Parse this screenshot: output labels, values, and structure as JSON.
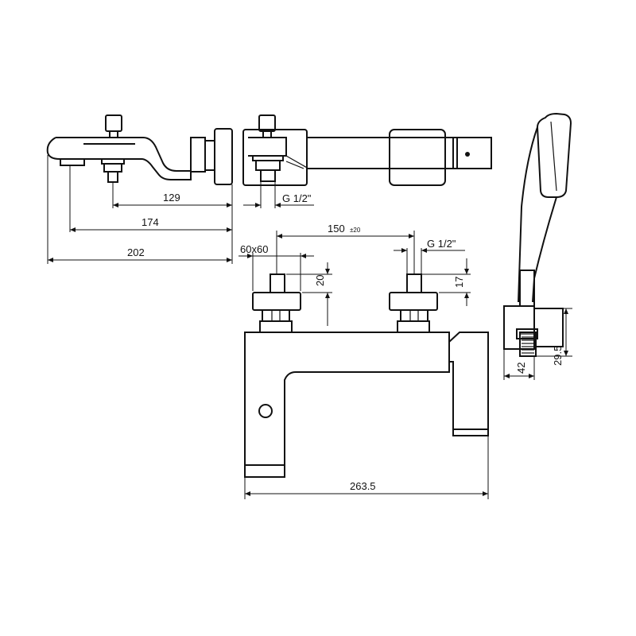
{
  "drawing": {
    "dimensions": {
      "top_spout_outlet": "129",
      "top_spout_mid": "174",
      "top_overall_depth": "202",
      "side_thread": "G 1/2\"",
      "front_centers": "150",
      "front_centers_tol": "±20",
      "front_flange": "60x60",
      "front_flange_height": "20",
      "front_thread": "G 1/2\"",
      "front_connector_height": "17",
      "front_overall_width": "263.5",
      "holder_height": "29.5",
      "holder_depth": "42"
    }
  }
}
